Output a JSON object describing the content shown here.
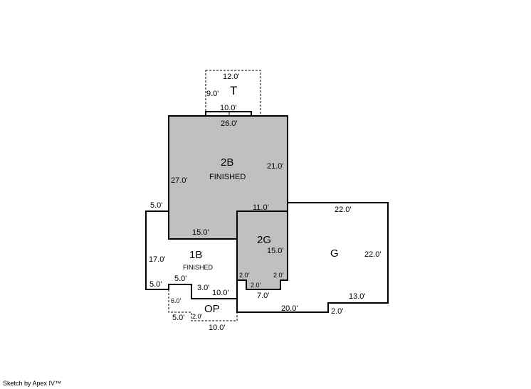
{
  "sketch": {
    "areas": {
      "t": {
        "label": "T",
        "dims": [
          "12.0'",
          "9.0'",
          "10.0'"
        ]
      },
      "b2": {
        "label": "2B",
        "sub": "FINISHED",
        "dims": [
          "26.0'",
          "27.0'",
          "21.0'",
          "11.0'",
          "15.0'"
        ]
      },
      "b1": {
        "label": "1B",
        "sub": "FINISHED",
        "dims": [
          "5.0'",
          "17.0'",
          "5.0'",
          "5.0'",
          "3.0'",
          "10.0'"
        ]
      },
      "g2": {
        "label": "2G",
        "dims": [
          "15.0'",
          "2.0'",
          "2.0'",
          "2.0'",
          "7.0'"
        ]
      },
      "g": {
        "label": "G",
        "dims": [
          "22.0'",
          "22.0'",
          "13.0'",
          "20.0'",
          "2.0'"
        ]
      },
      "op": {
        "label": "OP",
        "dims": [
          "6.0'",
          "5.0'",
          "2.0'",
          "10.0'"
        ]
      }
    },
    "colors": {
      "finished_fill": "#c0c0c0",
      "line": "#000000"
    }
  },
  "footer": {
    "credit": "Sketch by Apex IV™"
  }
}
